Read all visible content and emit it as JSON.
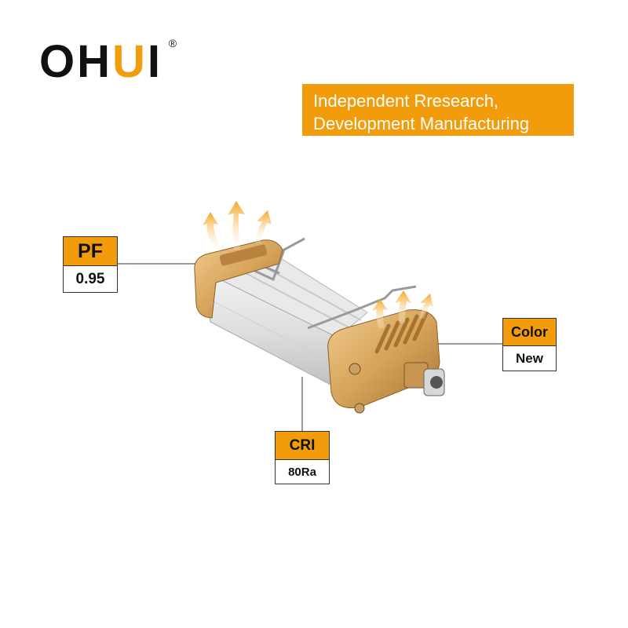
{
  "brand": {
    "logo_prefix": "OH",
    "logo_accent": "U",
    "logo_suffix": "I",
    "registered_mark": "®",
    "accent_color": "#f39c0b"
  },
  "banner": {
    "line1": "Independent Rresearch,",
    "line2": "Development Manufacturing"
  },
  "specs": {
    "pf": {
      "label": "PF",
      "value": "0.95"
    },
    "color": {
      "label": "Color",
      "value": "New"
    },
    "cri": {
      "label": "CRI",
      "value": "80Ra"
    }
  },
  "icons": [
    "heat-dissipation-arrows",
    "product-image"
  ]
}
